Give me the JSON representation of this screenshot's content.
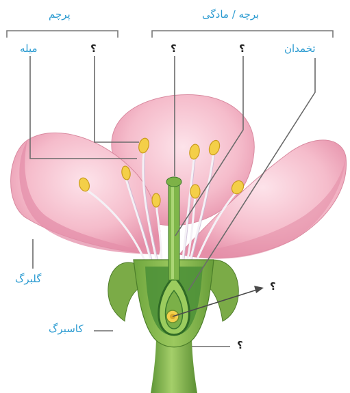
{
  "labels": {
    "stamen_group": "پرچم",
    "pistil_group": "برچه / مادگی",
    "filament": "میله",
    "anther_unknown": "؟",
    "style_unknown": "؟",
    "stigma_unknown": "؟",
    "ovary": "تخمدان",
    "petal": "گلبرگ",
    "sepal": "کاسبرگ",
    "ovule_unknown": "؟",
    "receptacle_unknown": "؟"
  },
  "colors": {
    "label_blue": "#2b9bd1",
    "leader_line": "#6b6b6b",
    "petal_pink": "#f3b9c9",
    "petal_shadow": "#e590a9",
    "stem_green": "#7fb24a",
    "ovary_dark_green": "#3f8a34",
    "anther_yellow": "#f3cd45"
  }
}
